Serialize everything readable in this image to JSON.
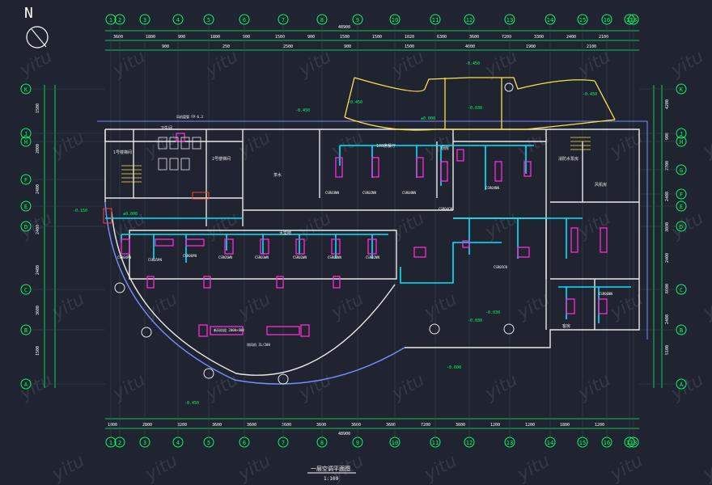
{
  "north_label": "N",
  "title": "一层空调平面图",
  "scale": "1:100",
  "watermark": "yitu",
  "col_axes": [
    "1",
    "2",
    "3",
    "4",
    "5",
    "6",
    "7",
    "8",
    "9",
    "10",
    "11",
    "12",
    "13",
    "14",
    "15",
    "16",
    "17",
    "18"
  ],
  "row_axes_right": [
    "K",
    "J",
    "H",
    "G",
    "F",
    "E",
    "D",
    "C",
    "B",
    "A"
  ],
  "row_axes_left": [
    "K",
    "J",
    "H",
    "F",
    "E",
    "D",
    "C",
    "B",
    "A"
  ],
  "top_dims": [
    "3600",
    "1800",
    "900",
    "1800",
    "900",
    "1500",
    "900",
    "1500",
    "1500",
    "1020",
    "6300",
    "3600",
    "7200",
    "3300",
    "2400",
    "2100"
  ],
  "top_dims2": [
    "900",
    "250",
    "2500",
    "900",
    "1500",
    "4000",
    "1900",
    "2100"
  ],
  "total_top": "48900",
  "bottom_dims": [
    "1000",
    "2800",
    "3200",
    "3600",
    "3600",
    "3600",
    "3600",
    "3600",
    "3600",
    "7200",
    "3600",
    "1200",
    "1200",
    "1800",
    "1200"
  ],
  "total_bottom": "48900",
  "left_dims": [
    "1500",
    "2000",
    "2400",
    "2400",
    "2400",
    "3600",
    "1500"
  ],
  "right_dims": [
    "4200",
    "900",
    "2700",
    "2400",
    "3000",
    "2400",
    "6000",
    "2400",
    "5100"
  ],
  "rooms": [
    {
      "id": "r1",
      "label": "1号楼梯间"
    },
    {
      "id": "r2",
      "label": "卫生间"
    },
    {
      "id": "r3",
      "label": "2号楼梯间"
    },
    {
      "id": "r4",
      "label": "茶水"
    },
    {
      "id": "r5",
      "label": "100席餐厅"
    },
    {
      "id": "r6",
      "label": "大堂吧"
    },
    {
      "id": "r7",
      "label": "厨房"
    },
    {
      "id": "r8",
      "label": "消防水泵房"
    },
    {
      "id": "r9",
      "label": "风机房"
    },
    {
      "id": "r10",
      "label": "客房"
    }
  ],
  "elevations": [
    "-0.450",
    "-0.450",
    "-0.450",
    "±0.000",
    "-0.150",
    "±0.000",
    "-0.030",
    "-0.030",
    "-0.600",
    "-0.450",
    "-0.030",
    "-0.450"
  ],
  "equipment": [
    "CSR04PN",
    "CSR05PN",
    "CSR06PN",
    "CSR05WN",
    "CSR03WN",
    "CSR02WN",
    "CSR03NN",
    "CSR02NN",
    "CSR03NN",
    "CSR02NN",
    "CSR04NN",
    "CSR04CN",
    "CSR04NN",
    "CSR05CN",
    "CSR06NN"
  ],
  "notes": [
    "风机盘管 FP-6.3",
    "新风机组 2000×800",
    "排风机 ZL/200"
  ],
  "colors": {
    "bg": "#1f2430",
    "wall": "#e8e8e8",
    "grid": "#00ff66",
    "cyan": "#00e5ff",
    "magenta": "#ff2bd6",
    "yellow": "#ffe14d",
    "red": "#ff3b3b",
    "blue": "#7b8cff"
  }
}
